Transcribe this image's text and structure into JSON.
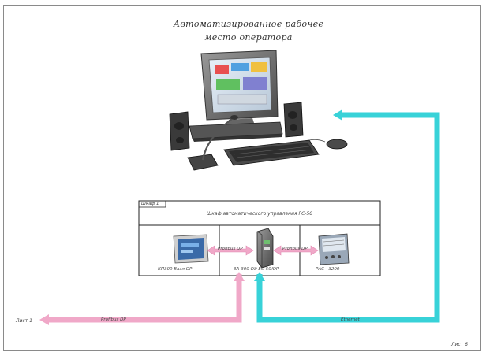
{
  "title": {
    "line1": "Автоматизированное рабочее",
    "line2": "место оператора"
  },
  "block": {
    "tag": "Шкаф 1",
    "header": "Шкаф автоматического управления РС-50",
    "cell1_label": "КП300 Вазл ОР",
    "cell2_label": "3А-300 ОЭ ЕС-50/ОР",
    "cell3_label": "РАС - 3200"
  },
  "links": {
    "link_left": "Profibus DP",
    "link_right": "Profibus DP",
    "bottom_pink": "Profibus DP",
    "bottom_cyan": "Ethernet"
  },
  "corners": {
    "left": "Лист 1",
    "right": "Лист 6"
  },
  "colors": {
    "pink": "#f0a8c8",
    "cyan": "#38d2d8"
  }
}
